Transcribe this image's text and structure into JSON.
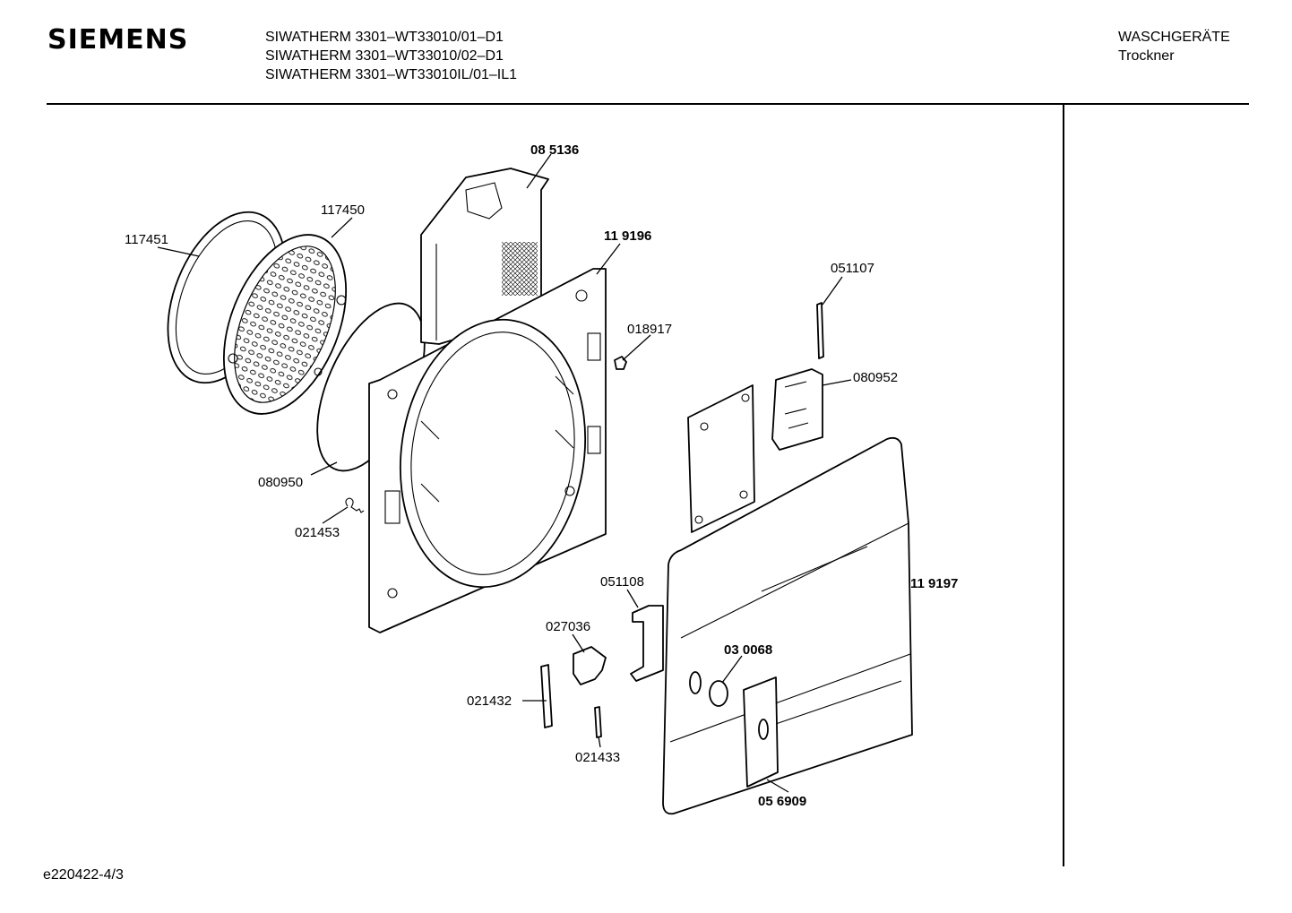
{
  "header": {
    "brand": "SIEMENS",
    "models": [
      "SIWATHERM 3301–WT33010/01–D1",
      "SIWATHERM 3301–WT33010/02–D1",
      "SIWATHERM 3301–WT33010IL/01–IL1"
    ],
    "category": "WASCHGERÄTE",
    "subcategory": "Trockner"
  },
  "footer": {
    "drawing_id": "e220422-4/3"
  },
  "parts": [
    {
      "number": "08 5136",
      "bold": true
    },
    {
      "number": "117450",
      "bold": false
    },
    {
      "number": "117451",
      "bold": false
    },
    {
      "number": "11 9196",
      "bold": true
    },
    {
      "number": "051107",
      "bold": false
    },
    {
      "number": "018917",
      "bold": false
    },
    {
      "number": "080952",
      "bold": false
    },
    {
      "number": "080950",
      "bold": false
    },
    {
      "number": "021453",
      "bold": false
    },
    {
      "number": "11 9197",
      "bold": true
    },
    {
      "number": "051108",
      "bold": false
    },
    {
      "number": "027036",
      "bold": false
    },
    {
      "number": "03 0068",
      "bold": true
    },
    {
      "number": "021432",
      "bold": false
    },
    {
      "number": "021433",
      "bold": false
    },
    {
      "number": "05 6909",
      "bold": true
    }
  ]
}
